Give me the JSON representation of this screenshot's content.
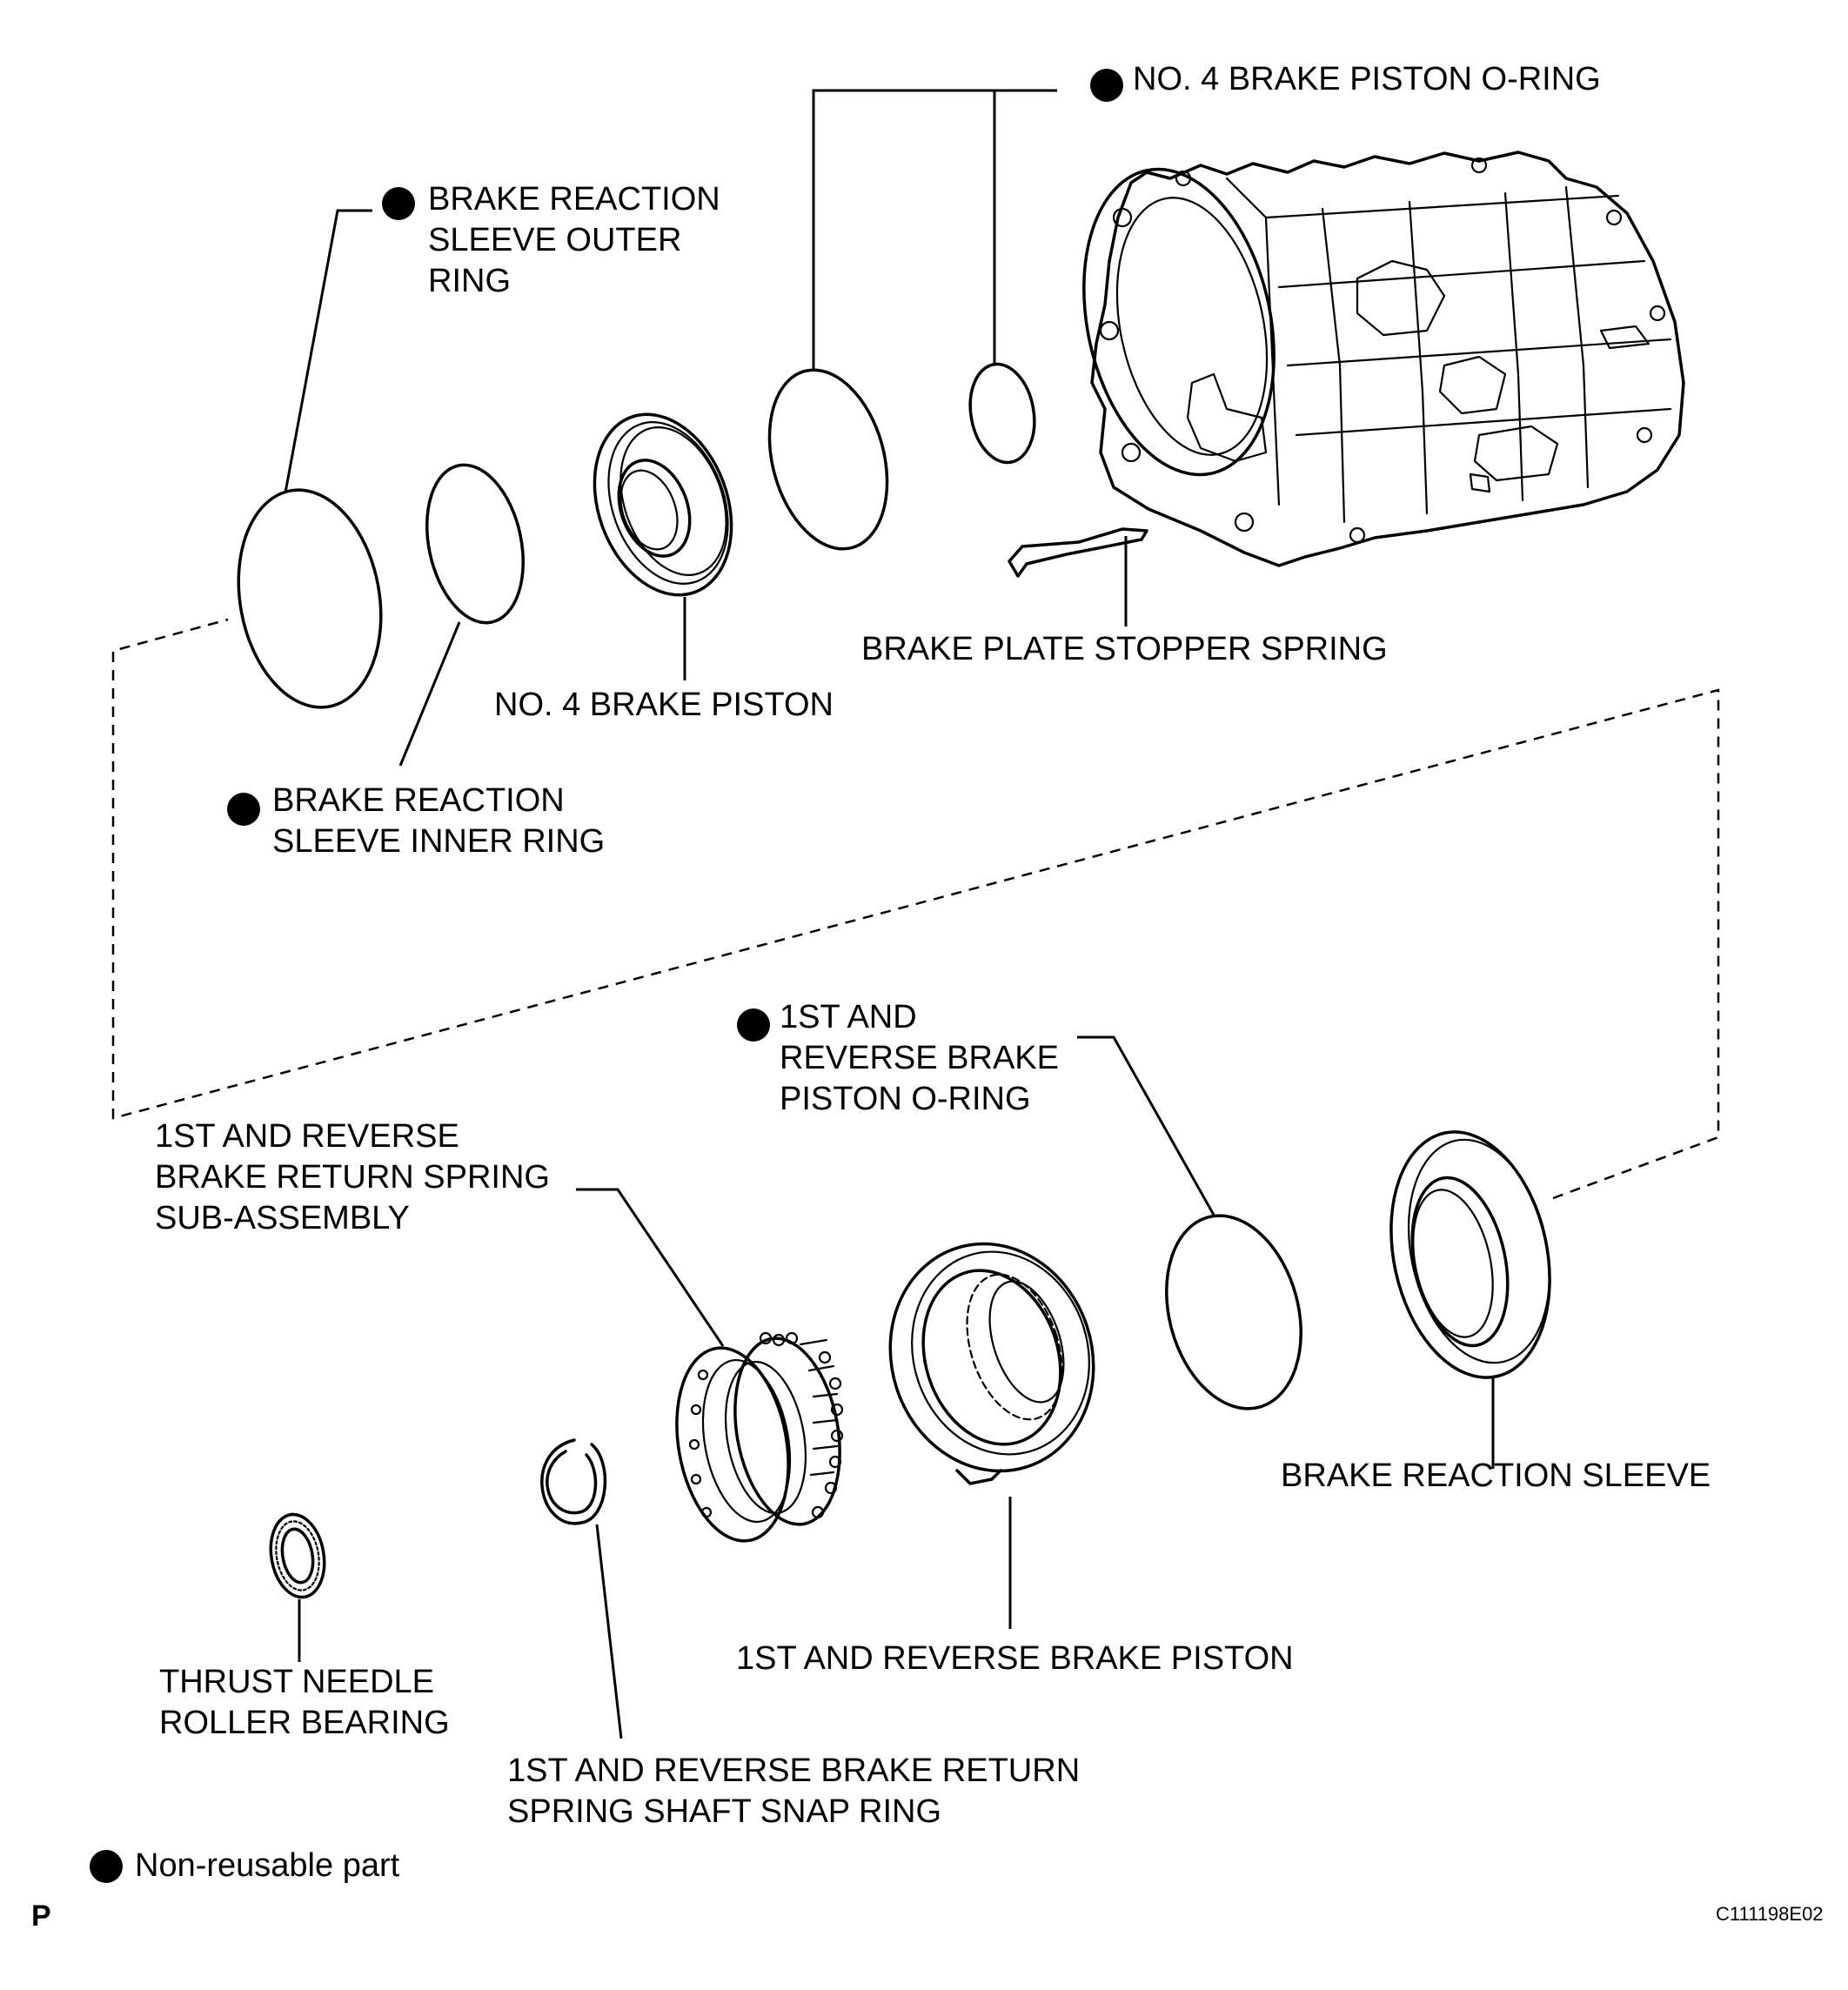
{
  "labels": {
    "no4_brake_piston_oring": "NO. 4 BRAKE PISTON O-RING",
    "brake_reaction_sleeve_outer_ring": "BRAKE REACTION\nSLEEVE OUTER\nRING",
    "no4_brake_piston": "NO. 4 BRAKE PISTON",
    "brake_plate_stopper_spring": "BRAKE PLATE STOPPER SPRING",
    "brake_reaction_sleeve_inner_ring": "BRAKE REACTION\nSLEEVE INNER RING",
    "first_reverse_brake_piston_oring": "1ST AND\nREVERSE BRAKE\nPISTON O-RING",
    "first_reverse_return_spring_subassembly": "1ST AND REVERSE\nBRAKE RETURN SPRING\nSUB-ASSEMBLY",
    "brake_reaction_sleeve": "BRAKE REACTION SLEEVE",
    "first_reverse_brake_piston": "1ST AND REVERSE BRAKE PISTON",
    "thrust_needle_roller_bearing": "THRUST NEEDLE\nROLLER BEARING",
    "first_reverse_snap_ring": "1ST AND REVERSE BRAKE RETURN\nSPRING SHAFT SNAP RING"
  },
  "legend": {
    "non_reusable": "Non-reusable part"
  },
  "footer": {
    "left_mark": "P",
    "figure_code": "C111198E02"
  }
}
